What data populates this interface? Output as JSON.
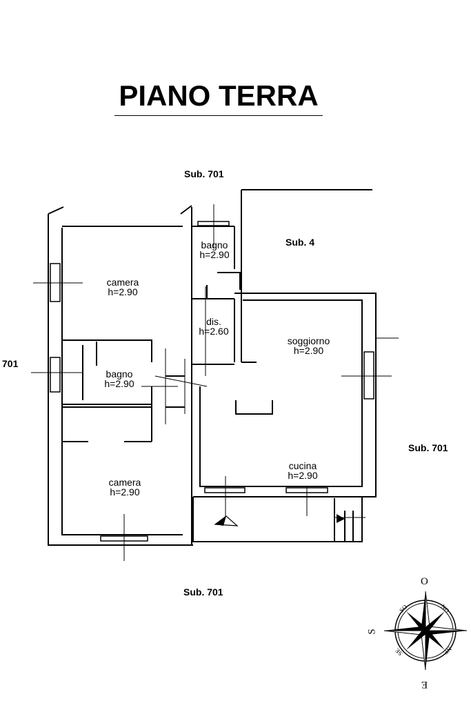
{
  "title": "PIANO TERRA",
  "neighbors": {
    "top": "Sub. 701",
    "right_top": "Sub. 4",
    "left": "701",
    "right": "Sub. 701",
    "bottom": "Sub. 701"
  },
  "rooms": {
    "camera_top": {
      "name": "camera",
      "height": "h=2.90"
    },
    "bagno_top": {
      "name": "bagno",
      "height": "h=2.90"
    },
    "dis": {
      "name": "dis.",
      "height": "h=2.60"
    },
    "soggiorno": {
      "name": "soggiorno",
      "height": "h=2.90"
    },
    "bagno_mid": {
      "name": "bagno",
      "height": "h=2.90"
    },
    "cucina": {
      "name": "cucina",
      "height": "h=2.90"
    },
    "camera_bottom": {
      "name": "camera",
      "height": "h=2.90"
    }
  },
  "compass": {
    "north": "O",
    "south": "E",
    "west": "S",
    "northeast": "NO",
    "northwest": "SO",
    "southeast": "NE",
    "southwest": "SE"
  }
}
